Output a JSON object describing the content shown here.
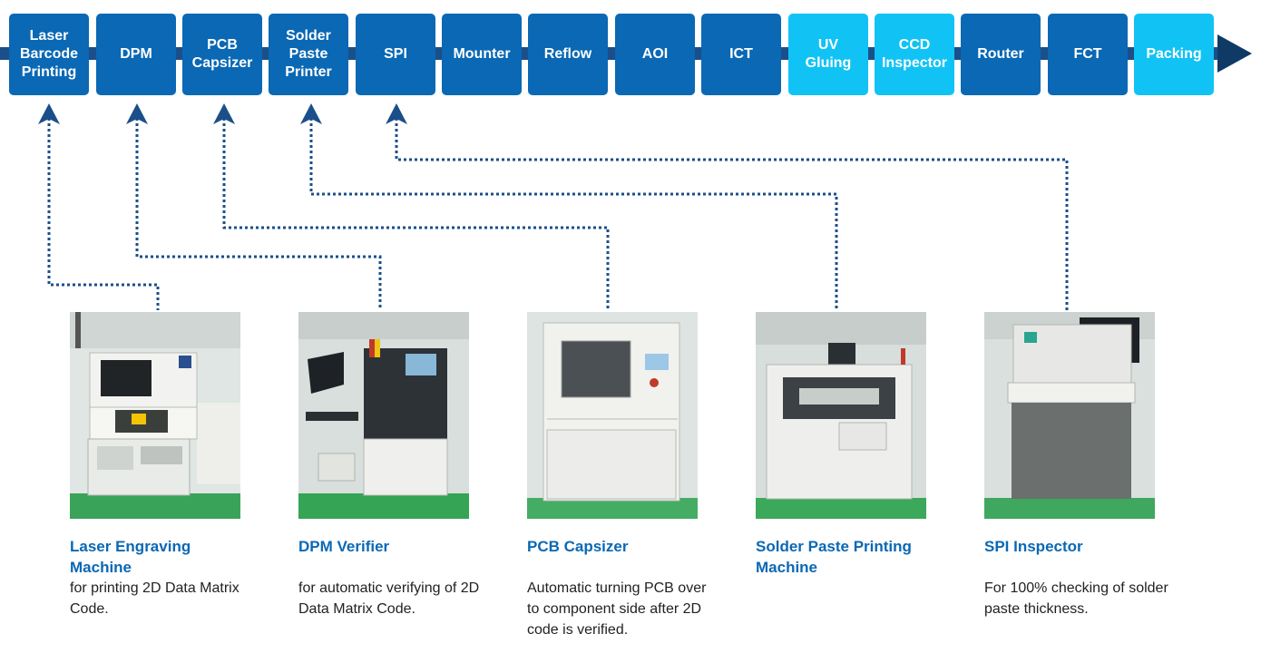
{
  "flow": {
    "steps": [
      {
        "label": "Laser\nBarcode\nPrinting",
        "color": "#0a68b4"
      },
      {
        "label": "DPM",
        "color": "#0a68b4"
      },
      {
        "label": "PCB\nCapsizer",
        "color": "#0a68b4"
      },
      {
        "label": "Solder\nPaste\nPrinter",
        "color": "#0a68b4"
      },
      {
        "label": "SPI",
        "color": "#0a68b4"
      },
      {
        "label": "Mounter",
        "color": "#0a68b4"
      },
      {
        "label": "Reflow",
        "color": "#0a68b4"
      },
      {
        "label": "AOI",
        "color": "#0a68b4"
      },
      {
        "label": "ICT",
        "color": "#0a68b4"
      },
      {
        "label": "UV\nGluing",
        "color": "#11c3f5"
      },
      {
        "label": "CCD\nInspector",
        "color": "#11c3f5"
      },
      {
        "label": "Router",
        "color": "#0a68b4"
      },
      {
        "label": "FCT",
        "color": "#0a68b4"
      },
      {
        "label": "Packing",
        "color": "#11c3f5"
      }
    ]
  },
  "machines": [
    {
      "title": "Laser Engraving\nMachine",
      "description": "for printing 2D Data Matrix\nCode."
    },
    {
      "title": "DPM Verifier",
      "description": "for automatic verifying of 2D\nData Matrix Code."
    },
    {
      "title": "PCB Capsizer",
      "description": "Automatic turning PCB over\nto component side after 2D\ncode is verified."
    },
    {
      "title": "Solder Paste Printing\nMachine",
      "description": ""
    },
    {
      "title": "SPI Inspector",
      "description": "For 100% checking of solder\npaste thickness."
    }
  ],
  "colors": {
    "step_dark": "#0a68b4",
    "step_light": "#11c3f5",
    "flow_arrow": "#0f3a66",
    "connector": "#1b4f89",
    "title_text": "#0a68b4"
  }
}
